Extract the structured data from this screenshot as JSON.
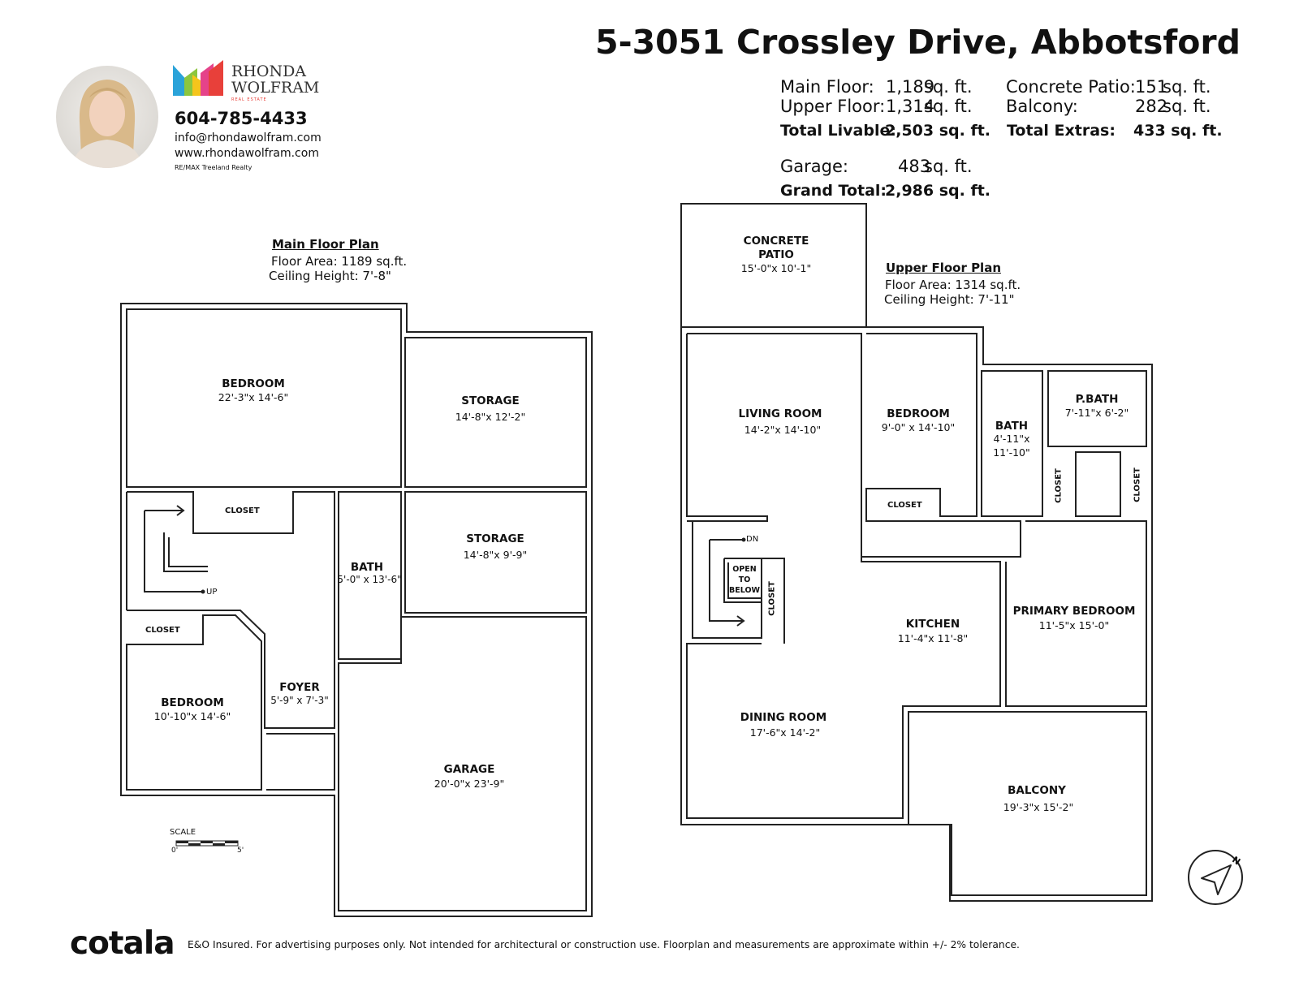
{
  "header": {
    "title": "5-3051 Crossley Drive, Abbotsford",
    "stats": {
      "main_floor": {
        "label": "Main Floor:",
        "value": "1,189",
        "unit": "sq. ft."
      },
      "upper_floor": {
        "label": "Upper Floor:",
        "value": "1,314",
        "unit": "sq. ft."
      },
      "total_livable": {
        "label": "Total Livable:",
        "value": "2,503 sq. ft."
      },
      "garage": {
        "label": "Garage:",
        "value": "483",
        "unit": "sq. ft."
      },
      "grand_total": {
        "label": "Grand Total:",
        "value": "2,986 sq. ft."
      },
      "concrete_patio": {
        "label": "Concrete Patio:",
        "value": "151",
        "unit": "sq. ft."
      },
      "balcony": {
        "label": "Balcony:",
        "value": "282",
        "unit": "sq. ft."
      },
      "total_extras": {
        "label": "Total Extras:",
        "value": "433 sq. ft."
      }
    }
  },
  "agent": {
    "logo_line1": "RHONDA",
    "logo_line2": "WOLFRAM",
    "logo_line3": "REAL ESTATE",
    "phone": "604-785-4433",
    "email": "info@rhondawolfram.com",
    "website": "www.rhondawolfram.com",
    "brokerage": "RE/MAX Treeland Realty",
    "colors": {
      "blue": "#2ba3d9",
      "green": "#8cc63f",
      "yellow": "#f5c51c",
      "red": "#e8403a",
      "pink": "#e5438a"
    }
  },
  "main_floor": {
    "heading": "Main Floor Plan",
    "area": "Floor Area: 1189 sq.ft.",
    "ceiling": "Ceiling Height: 7'-8\"",
    "rooms": {
      "bedroom1": {
        "name": "BEDROOM",
        "dims": "22'-3\"x 14'-6\""
      },
      "storage1": {
        "name": "STORAGE",
        "dims": "14'-8\"x 12'-2\""
      },
      "storage2": {
        "name": "STORAGE",
        "dims": "14'-8\"x  9'-9\""
      },
      "bath": {
        "name": "BATH",
        "dims": "5'-0\" x 13'-6\""
      },
      "closet1": {
        "name": "CLOSET"
      },
      "closet2": {
        "name": "CLOSET"
      },
      "foyer": {
        "name": "FOYER",
        "dims": "5'-9\" x  7'-3\""
      },
      "bedroom2": {
        "name": "BEDROOM",
        "dims": "10'-10\"x 14'-6\""
      },
      "garage": {
        "name": "GARAGE",
        "dims": "20'-0\"x 23'-9\""
      },
      "up": "UP"
    },
    "scale": {
      "label": "SCALE",
      "start": "0'",
      "end": "5'"
    }
  },
  "upper_floor": {
    "heading": "Upper Floor Plan",
    "area": "Floor Area: 1314 sq.ft.",
    "ceiling": "Ceiling Height: 7'-11\"",
    "rooms": {
      "patio": {
        "name1": "CONCRETE",
        "name2": "PATIO",
        "dims": "15'-0\"x 10'-1\""
      },
      "living": {
        "name": "LIVING ROOM",
        "dims": "14'-2\"x 14'-10\""
      },
      "bedroom": {
        "name": "BEDROOM",
        "dims": "9'-0\" x 14'-10\""
      },
      "bath": {
        "name": "BATH",
        "dims1": "4'-11\"x",
        "dims2": "11'-10\""
      },
      "pbath": {
        "name": "P.BATH",
        "dims": "7'-11\"x  6'-2\""
      },
      "closet_bed": {
        "name": "CLOSET"
      },
      "closet_v1": {
        "name": "CLOSET"
      },
      "closet_v2": {
        "name": "CLOSET"
      },
      "closet_stair": {
        "name": "CLOSET"
      },
      "open1": "OPEN",
      "open2": "TO",
      "open3": "BELOW",
      "dn": "DN",
      "kitchen": {
        "name": "KITCHEN",
        "dims": "11'-4\"x 11'-8\""
      },
      "primary": {
        "name": "PRIMARY BEDROOM",
        "dims": "11'-5\"x 15'-0\""
      },
      "dining": {
        "name": "DINING ROOM",
        "dims": "17'-6\"x 14'-2\""
      },
      "balcony": {
        "name": "BALCONY",
        "dims": "19'-3\"x 15'-2\""
      }
    },
    "north": "N"
  },
  "footer": {
    "brand": "cotala",
    "disclaimer": "E&O Insured. For advertising purposes only. Not intended for architectural or construction use. Floorplan and measurements are approximate within +/- 2% tolerance."
  }
}
